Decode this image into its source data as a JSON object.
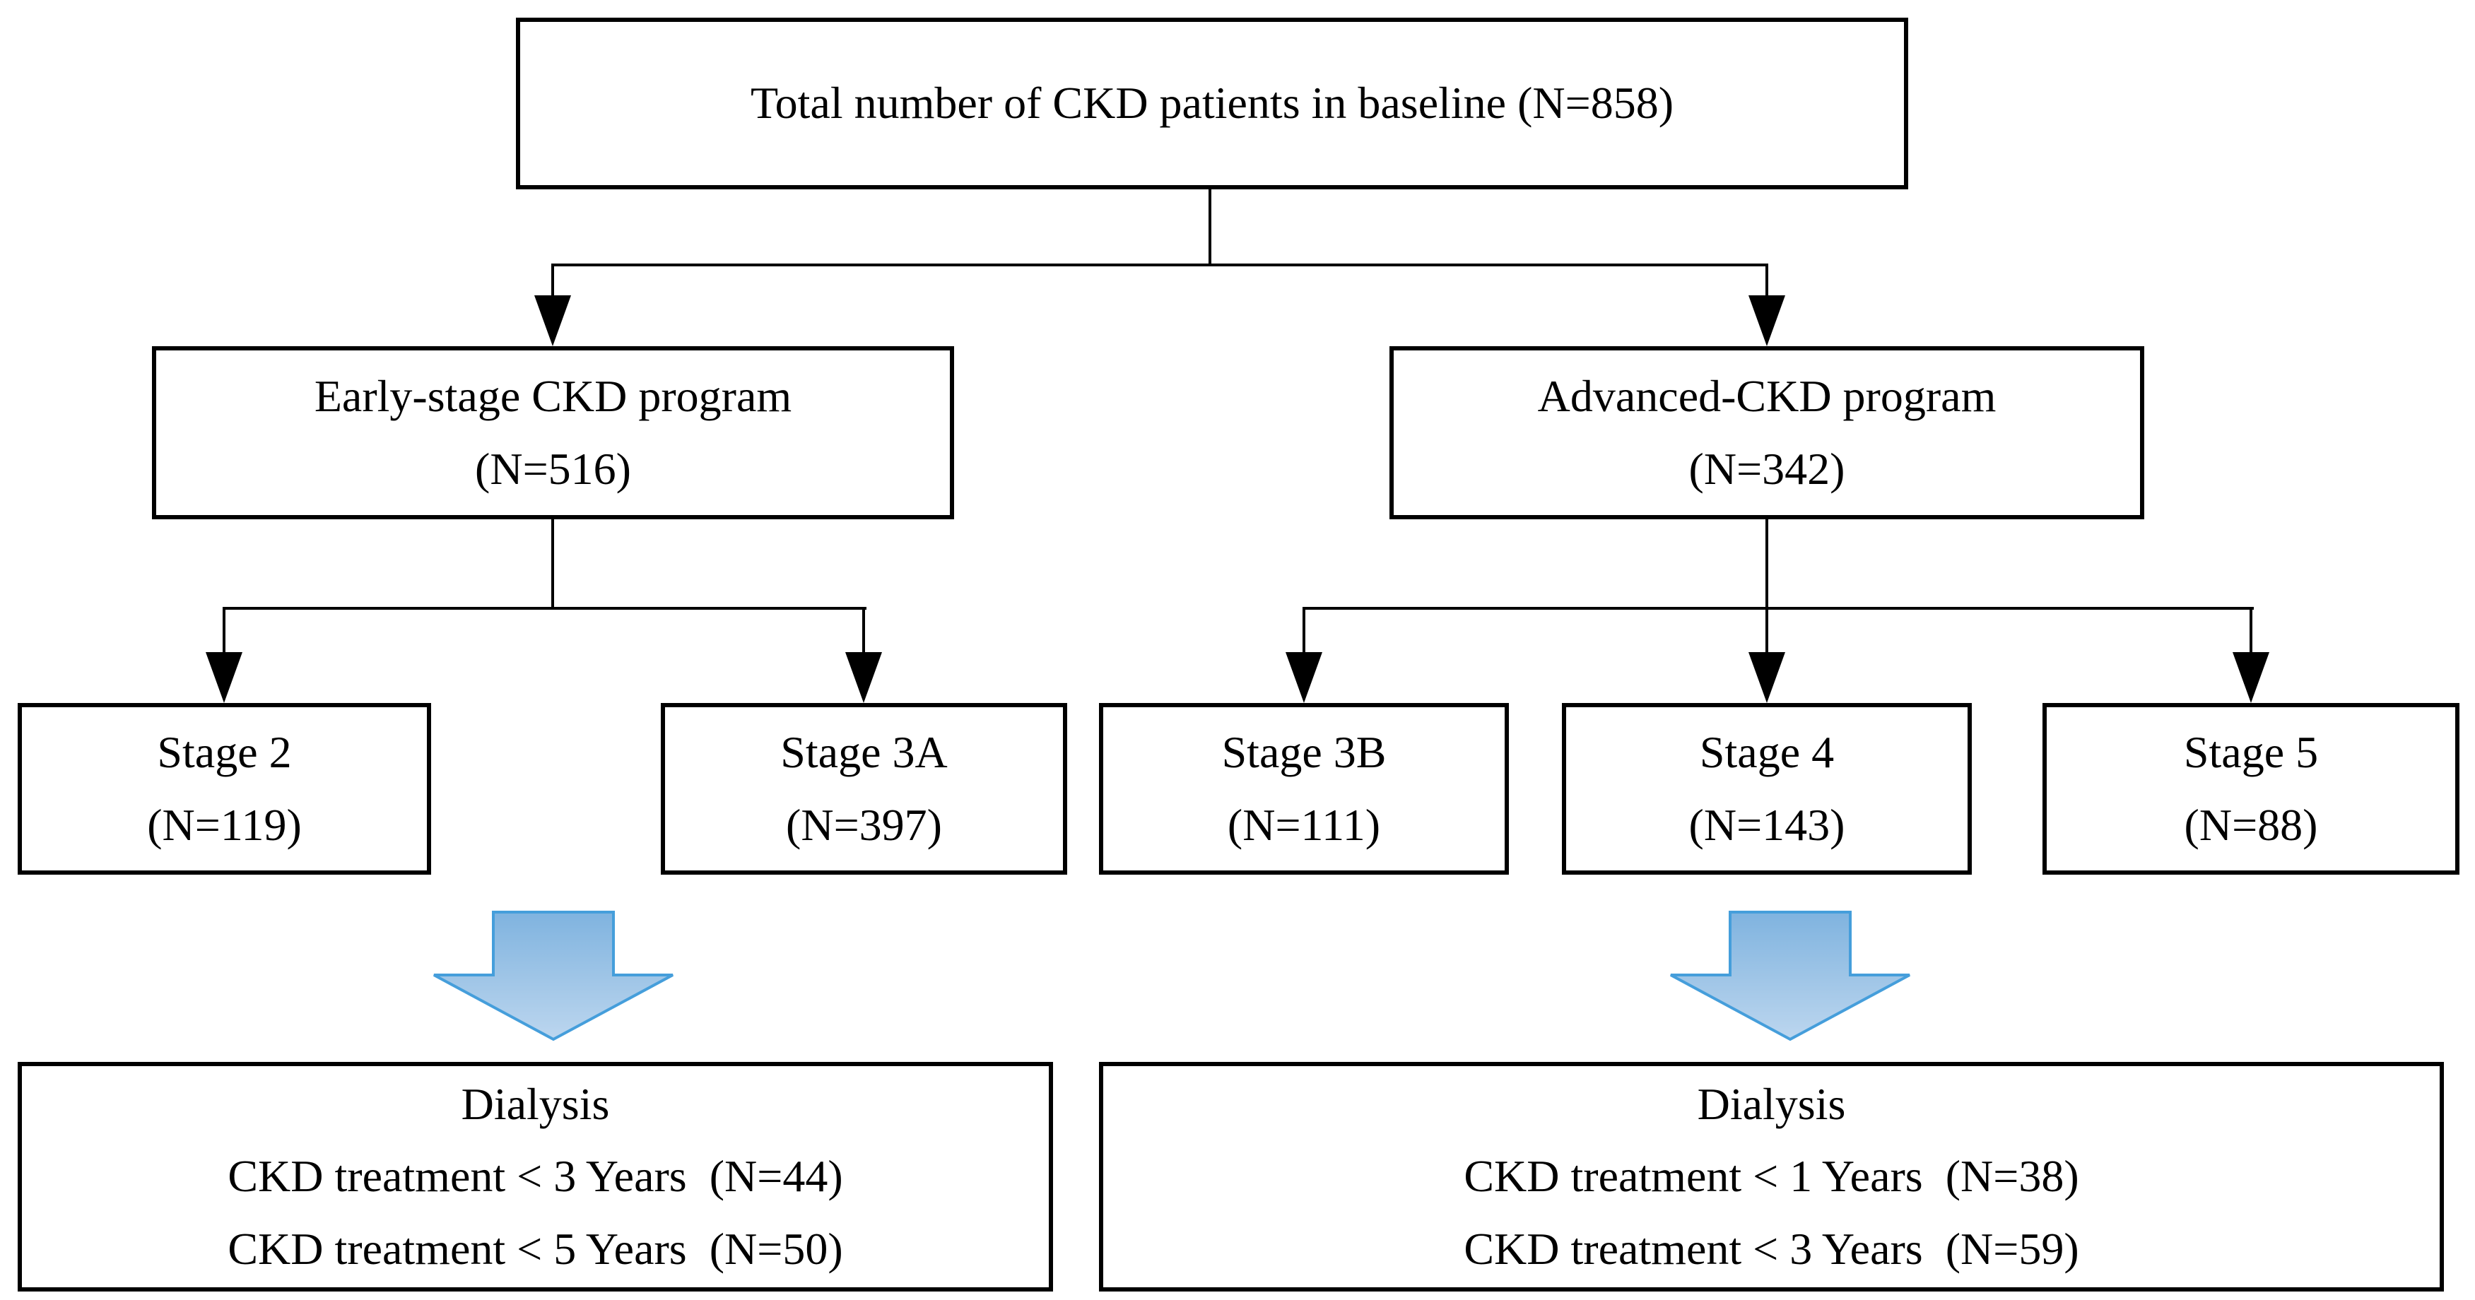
{
  "flowchart": {
    "total": {
      "label": "Total number of CKD patients in baseline (N=858)"
    },
    "programs": [
      {
        "name": "Early-stage CKD program",
        "n": "(N=516)"
      },
      {
        "name": "Advanced-CKD program",
        "n": "(N=342)"
      }
    ],
    "stages": [
      {
        "name": "Stage 2",
        "n": "(N=119)"
      },
      {
        "name": "Stage 3A",
        "n": "(N=397)"
      },
      {
        "name": "Stage 3B",
        "n": "(N=111)"
      },
      {
        "name": "Stage 4",
        "n": "(N=143)"
      },
      {
        "name": "Stage 5",
        "n": "(N=88)"
      }
    ],
    "outcomes": [
      {
        "title": "Dialysis",
        "lines": [
          "CKD treatment < 3 Years  (N=44)",
          "CKD treatment < 5 Years  (N=50)"
        ]
      },
      {
        "title": "Dialysis",
        "lines": [
          "CKD treatment < 1 Years  (N=38)",
          "CKD treatment < 3 Years  (N=59)"
        ]
      }
    ],
    "colors": {
      "box_border": "#000000",
      "connector": "#000000",
      "block_arrow_fill_top": "#7FB3DF",
      "block_arrow_fill_bottom": "#BCD6EF",
      "block_arrow_border": "#459EDB"
    }
  }
}
